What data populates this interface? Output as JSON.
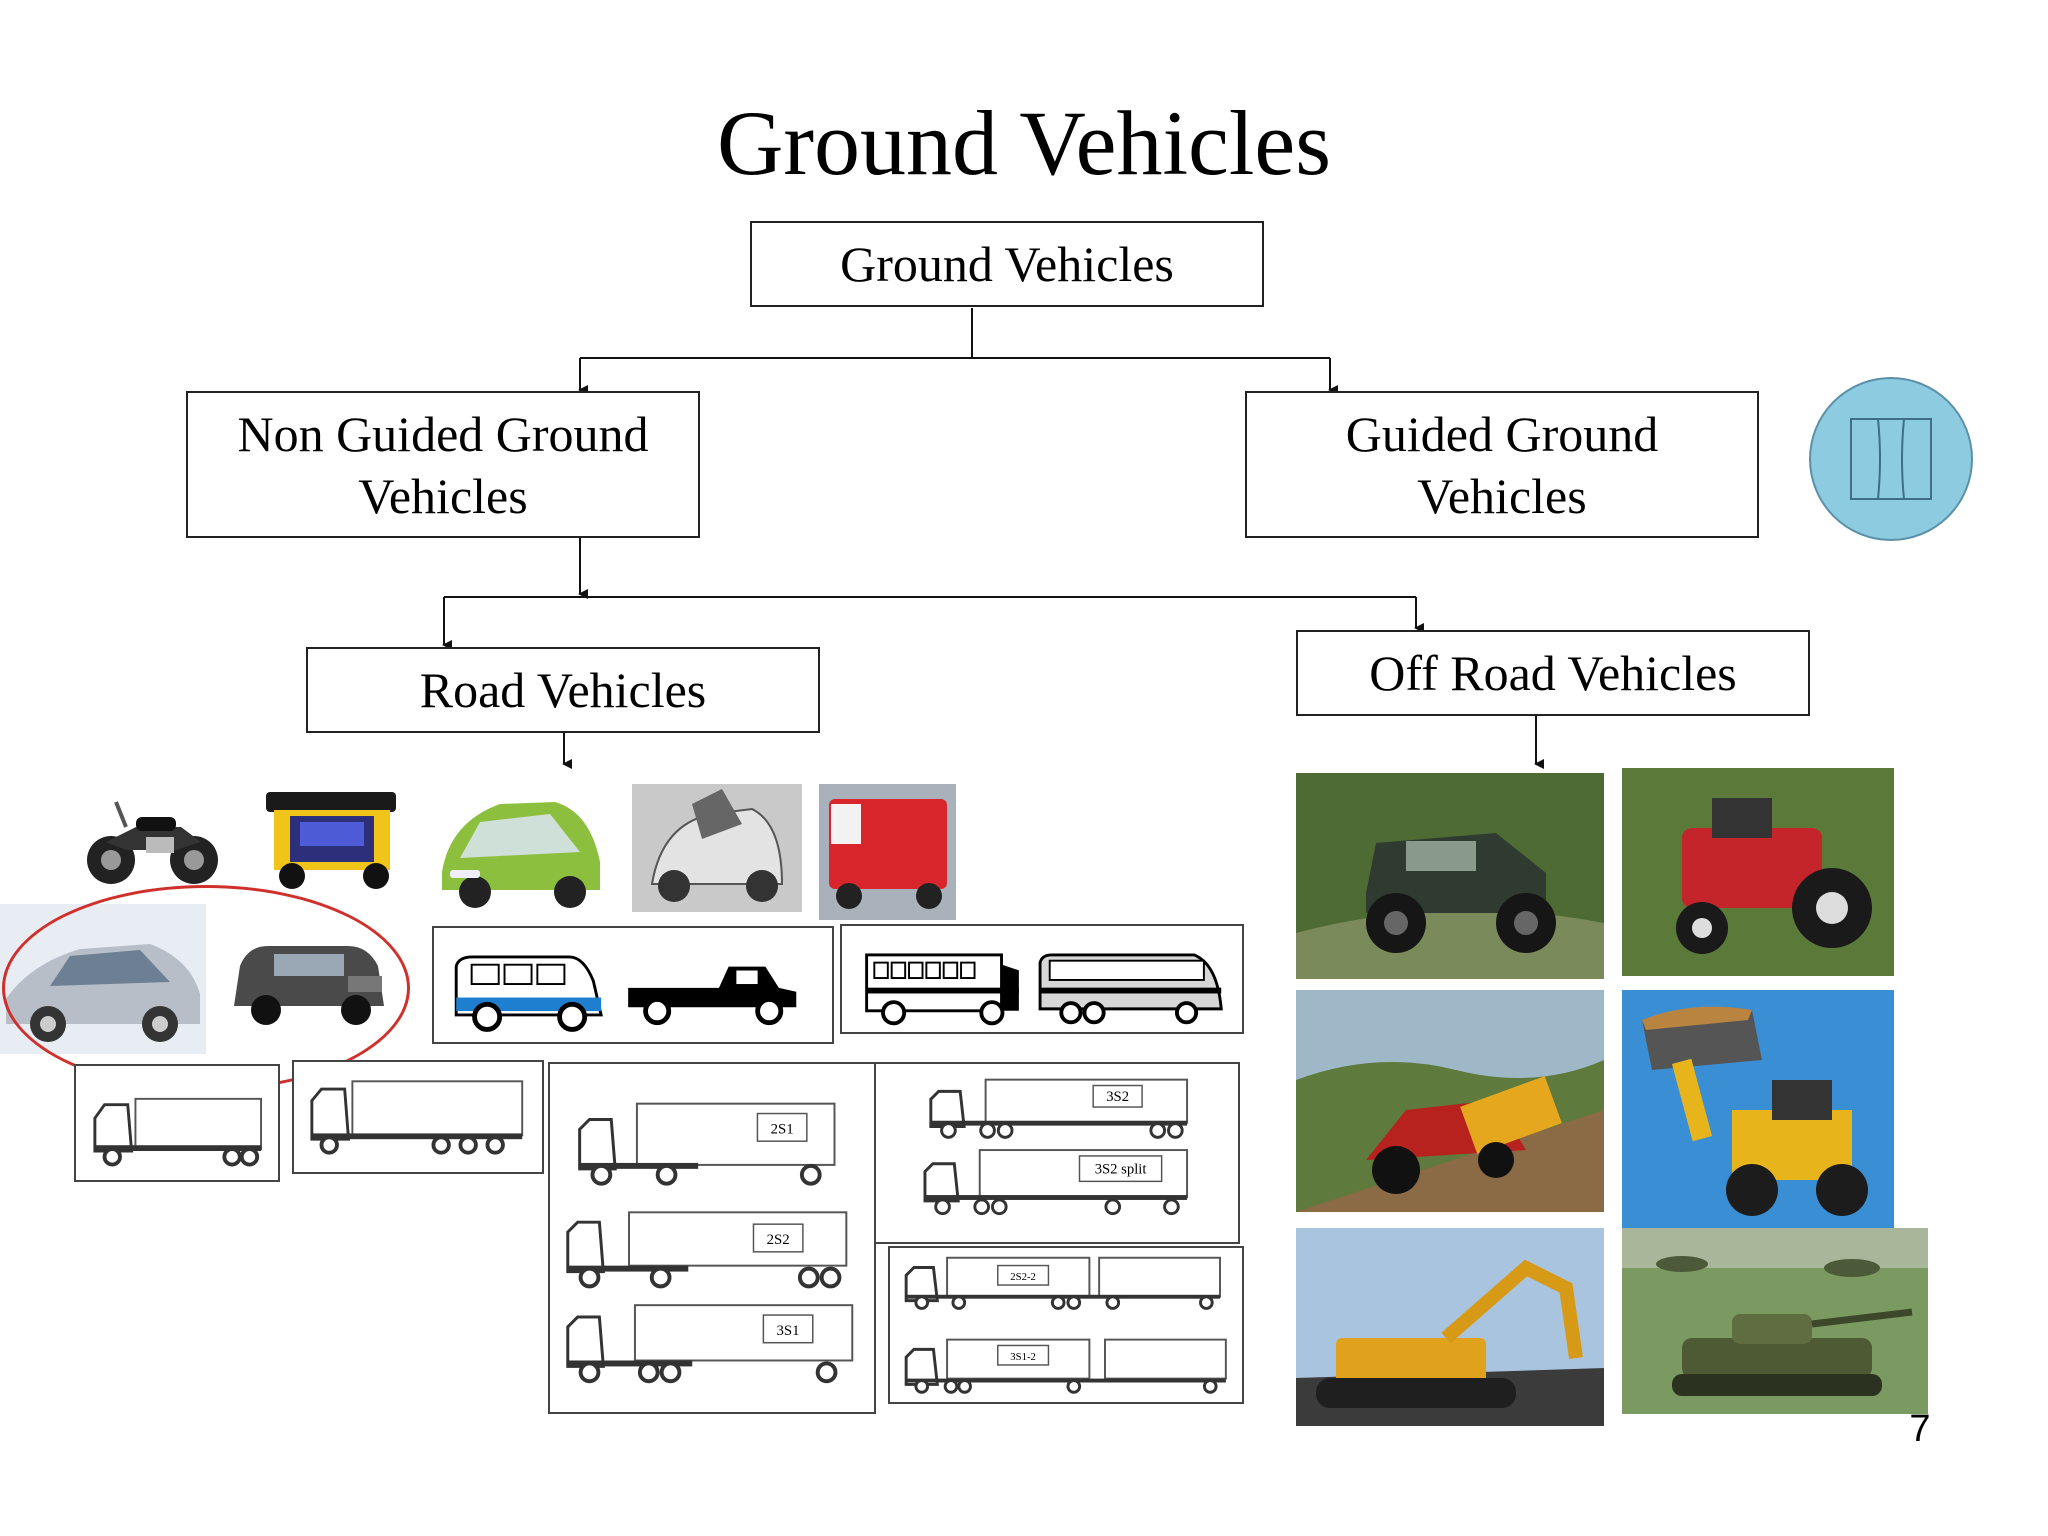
{
  "slide": {
    "title": "Ground Vehicles",
    "page_number": "7"
  },
  "diagram": {
    "root": "Ground Vehicles",
    "non_guided": {
      "line1": "Non Guided Ground",
      "line2": "Vehicles"
    },
    "guided": {
      "line1": "Guided Ground",
      "line2": "Vehicles"
    },
    "road": "Road Vehicles",
    "off_road": "Off Road Vehicles"
  },
  "truck_labels": {
    "t_2s1": "2S1",
    "t_2s2": "2S2",
    "t_3s1": "3S1",
    "t_3s2": "3S2",
    "t_3s2_split": "3S2 split",
    "t_2s2_2": "2S2-2",
    "t_3s1_2": "3S1-2"
  },
  "images": {
    "road": [
      "motorcycle",
      "auto-rickshaw",
      "green-hatchback",
      "concept-vehicle",
      "red-delivery-van",
      "silver-sedan",
      "suv",
      "van",
      "pickup-truck",
      "school-bus",
      "coach-bus"
    ],
    "off_road": [
      "off-road-jeep",
      "red-tractor",
      "tractor-on-hill",
      "wheel-loader",
      "excavator",
      "tanks"
    ]
  },
  "colors": {
    "highlight_ellipse": "#d0302b",
    "icon_fill": "#8ccbe0"
  },
  "icons": [
    "slide-nav-icon"
  ]
}
